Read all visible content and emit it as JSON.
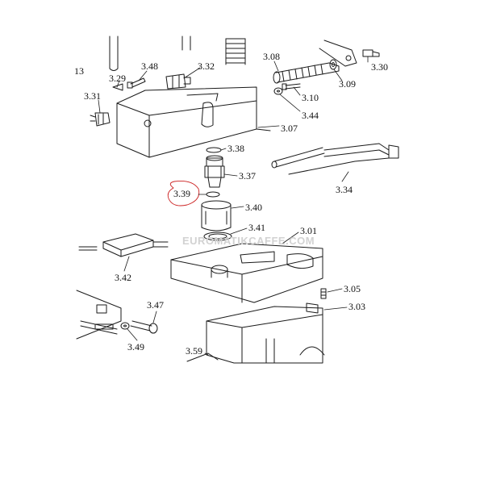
{
  "diagram": {
    "labels": {
      "l13": "13",
      "l329": "3.29",
      "l348": "3.48",
      "l332": "3.32",
      "l331": "3.31",
      "l308": "3.08",
      "l330": "3.30",
      "l309": "3.09",
      "l310": "3.10",
      "l344": "3.44",
      "l307": "3.07",
      "l338": "3.38",
      "l337": "3.37",
      "l339": "3.39",
      "l340": "3.40",
      "l341": "3.41",
      "l334": "3.34",
      "l301": "3.01",
      "l342": "3.42",
      "l305": "3.05",
      "l303": "3.03",
      "l347": "3.47",
      "l349": "3.49",
      "l359": "3.59"
    },
    "watermark": "EUROMATIKCAFFE.COM",
    "colors": {
      "line": "#1a1a1a",
      "highlight": "#cc2222",
      "watermark": "#d2d2d2"
    }
  }
}
